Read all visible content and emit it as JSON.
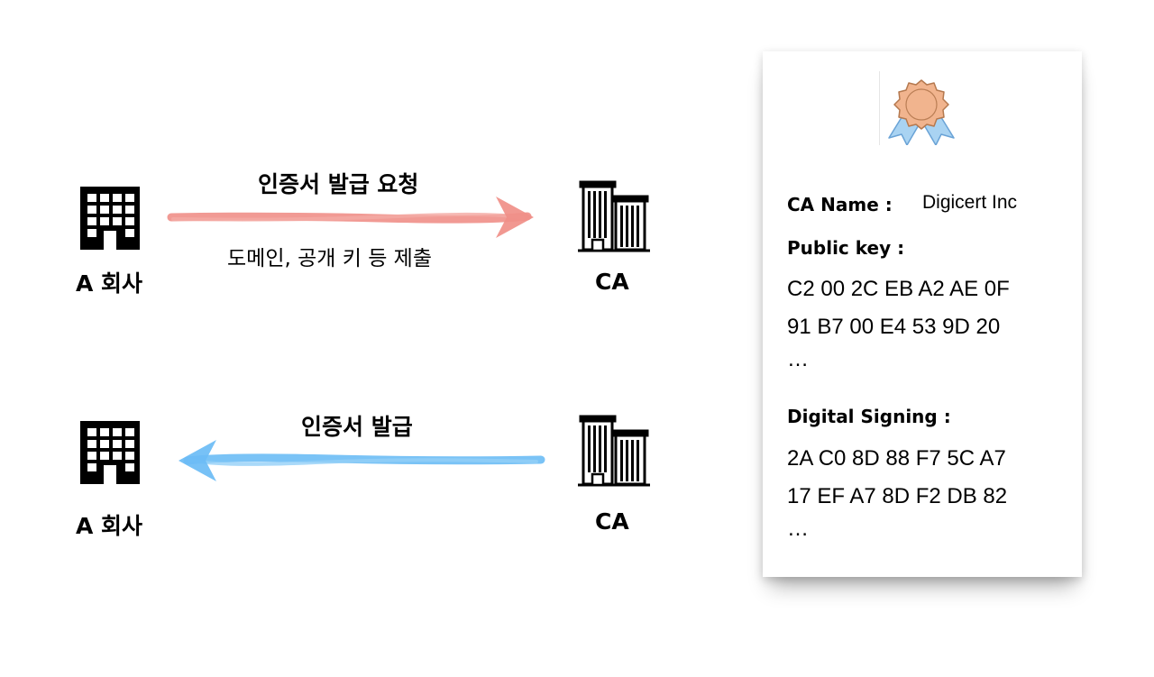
{
  "top_flow": {
    "from": "A 회사",
    "to": "CA",
    "arrow_title": "인증서 발급 요청",
    "arrow_subtitle": "도메인, 공개 키 등 제출",
    "arrow_color": "#f08f88"
  },
  "bottom_flow": {
    "from": "A 회사",
    "to": "CA",
    "arrow_title": "인증서 발급",
    "arrow_color": "#6bbcf5"
  },
  "certificate": {
    "icon": "award-ribbon-icon",
    "ca_name_label": "CA Name :",
    "ca_name_value": "Digicert Inc",
    "public_key_label": "Public key :",
    "public_key_lines": [
      "C2 00 2C EB A2 AE 0F",
      "91 B7 00 E4 53 9D 20",
      "…"
    ],
    "signing_label": "Digital Signing :",
    "signing_lines": [
      "2A C0 8D 88 F7 5C A7",
      "17 EF A7 8D F2 DB 82",
      "…"
    ],
    "badge_color": "#f1b48e",
    "ribbon_color": "#a9d3f2"
  }
}
